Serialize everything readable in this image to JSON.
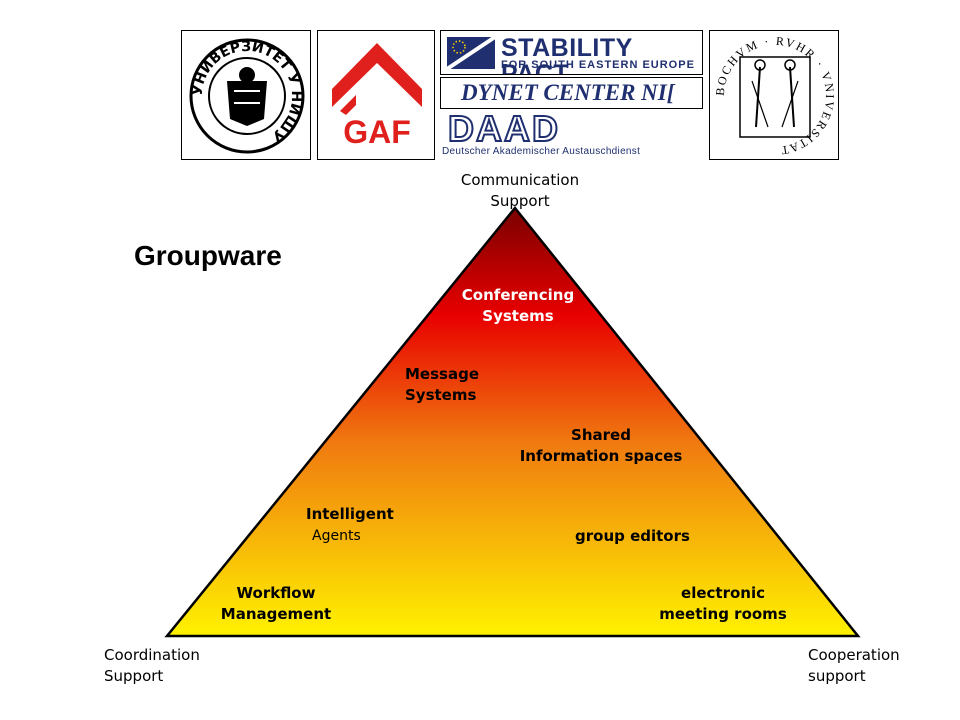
{
  "title": "Groupware",
  "logos": {
    "nis_seal_text": "УНИВЕРЗИТЕТ У НИШУ",
    "gaf_text": "GAF",
    "stability_line1": "STABILITY PACT",
    "stability_line2": "FOR SOUTH EASTERN EUROPE",
    "dynet_text": "DYNET CENTER NI[",
    "daad_text": "DAAD",
    "daad_subtitle": "Deutscher Akademischer Austauschdienst",
    "bochum_seal_text": "BOCHVM · RVHR · VNIVERSITAT"
  },
  "corners": {
    "top": "Communication\nSupport",
    "bottom_left": "Coordination\nSupport",
    "bottom_right": "Cooperation\nsupport"
  },
  "pyramid_labels": {
    "conferencing": "Conferencing\nSystems",
    "message": "Message\nSystems",
    "shared": "Shared\nInformation spaces",
    "intelligent_line1": "Intelligent",
    "intelligent_line2": "Agents",
    "group_editors": "group editors",
    "workflow": "Workflow\nManagement",
    "meeting": "electronic\nmeeting rooms"
  },
  "colors": {
    "apex": "#7a0000",
    "upper": "#e80000",
    "middle": "#f07a10",
    "base": "#fff200",
    "brand_blue": "#1f2f6f",
    "gaf_red": "#e0201c"
  }
}
